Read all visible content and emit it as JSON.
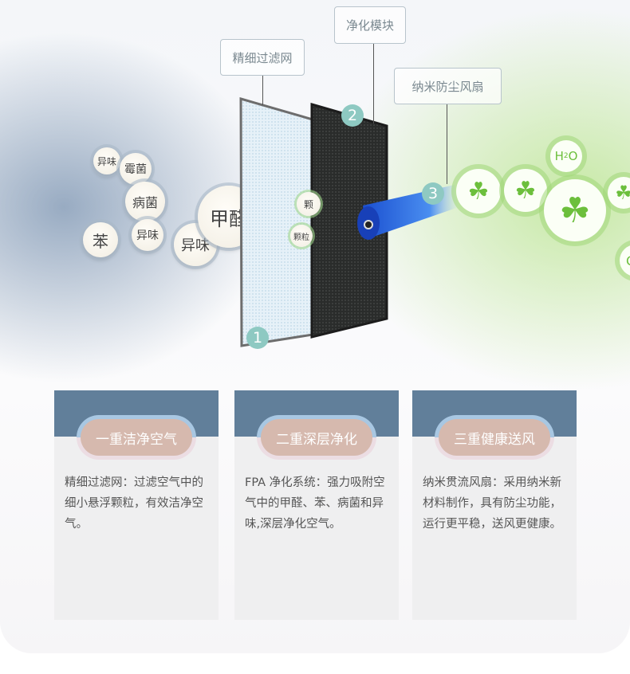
{
  "labels": {
    "filter": "精细过滤网",
    "module": "净化模块",
    "fan": "纳米防尘风扇"
  },
  "numbers": [
    "1",
    "2",
    "3"
  ],
  "pollutants": [
    "异味",
    "霉菌",
    "病菌",
    "苯",
    "异味",
    "异味",
    "甲醛"
  ],
  "particles": [
    "颗",
    "颗粒"
  ],
  "clean_air": {
    "h2o": "H",
    "h2o_sub": "2",
    "h2o_end": "O",
    "o": "O"
  },
  "cards": [
    {
      "title": "一重洁净空气",
      "desc": "精细过滤网：过滤空气中的细小悬浮颗粒，有效洁净空气。"
    },
    {
      "title": "二重深层净化",
      "desc": "FPA 净化系统：强力吸附空气中的甲醛、苯、病菌和异味,深层净化空气。"
    },
    {
      "title": "三重健康送风",
      "desc": "纳米贯流风扇：采用纳米新材料制作，具有防尘功能，运行更平稳，送风更健康。"
    }
  ],
  "colors": {
    "header": "#617f9a",
    "pill": "#d6b9ae",
    "number": "#8ec9c2"
  }
}
